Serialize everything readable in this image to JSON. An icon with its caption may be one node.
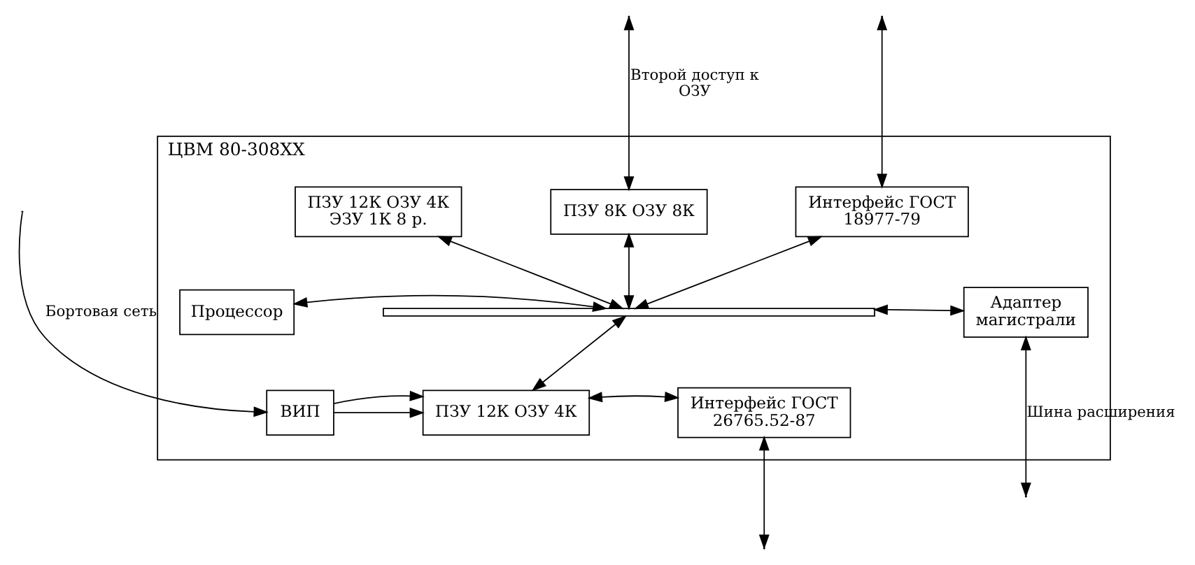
{
  "diagram": {
    "nodes": [
      {
        "text": [
          "ЦВМ 80-308XX"
        ]
      },
      {
        "text": [
          "ПЗУ 12К ОЗУ 4К ЭЗУ 1К 8 р."
        ],
        "in": 0
      },
      {
        "text": [
          "ПЗУ 8К ОЗУ 8К"
        ],
        "in": 0
      },
      {
        "text": [
          "Интерфейс ГОСТ 18977-79"
        ],
        "in": 0
      },
      {
        "text": [
          "Процессор"
        ],
        "in": 0
      },
      {
        "text": [],
        "shape": "bar",
        "in": 0
      },
      {
        "text": [
          "Адаптер магистрали"
        ],
        "in": 0
      },
      {
        "text": [
          "ВИП"
        ],
        "in": 0
      },
      {
        "text": [
          "ПЗУ 12К ОЗУ 4К"
        ],
        "in": 0
      },
      {
        "text": [
          "Интерфейс ГОСТ 26765.52-87"
        ],
        "in": 0
      }
    ],
    "edges": [
      {
        "from": null,
        "to": 2,
        "arrow": "both",
        "label": "Второй доступ к ОЗУ"
      },
      {
        "from": null,
        "to": 3,
        "arrow": "both"
      },
      {
        "from": 1,
        "to": 5,
        "arrow": "both"
      },
      {
        "from": 2,
        "to": 5,
        "arrow": "both"
      },
      {
        "from": 3,
        "to": 5,
        "arrow": "both"
      },
      {
        "from": 4,
        "to": 5,
        "arrow": "both"
      },
      {
        "from": 5,
        "to": 6,
        "arrow": "both"
      },
      {
        "from": 6,
        "to": null,
        "arrow": "both",
        "label": "Шина расширения"
      },
      {
        "from": 5,
        "to": 8,
        "arrow": "both"
      },
      {
        "from": null,
        "to": 7,
        "arrow": "to",
        "label": "Бортовая сеть"
      },
      {
        "from": 7,
        "to": 8,
        "arrow": "to"
      },
      {
        "from": 7,
        "to": 8,
        "arrow": "to"
      },
      {
        "from": 8,
        "to": 9,
        "arrow": "both"
      },
      {
        "from": 9,
        "to": null,
        "arrow": "both"
      }
    ]
  }
}
